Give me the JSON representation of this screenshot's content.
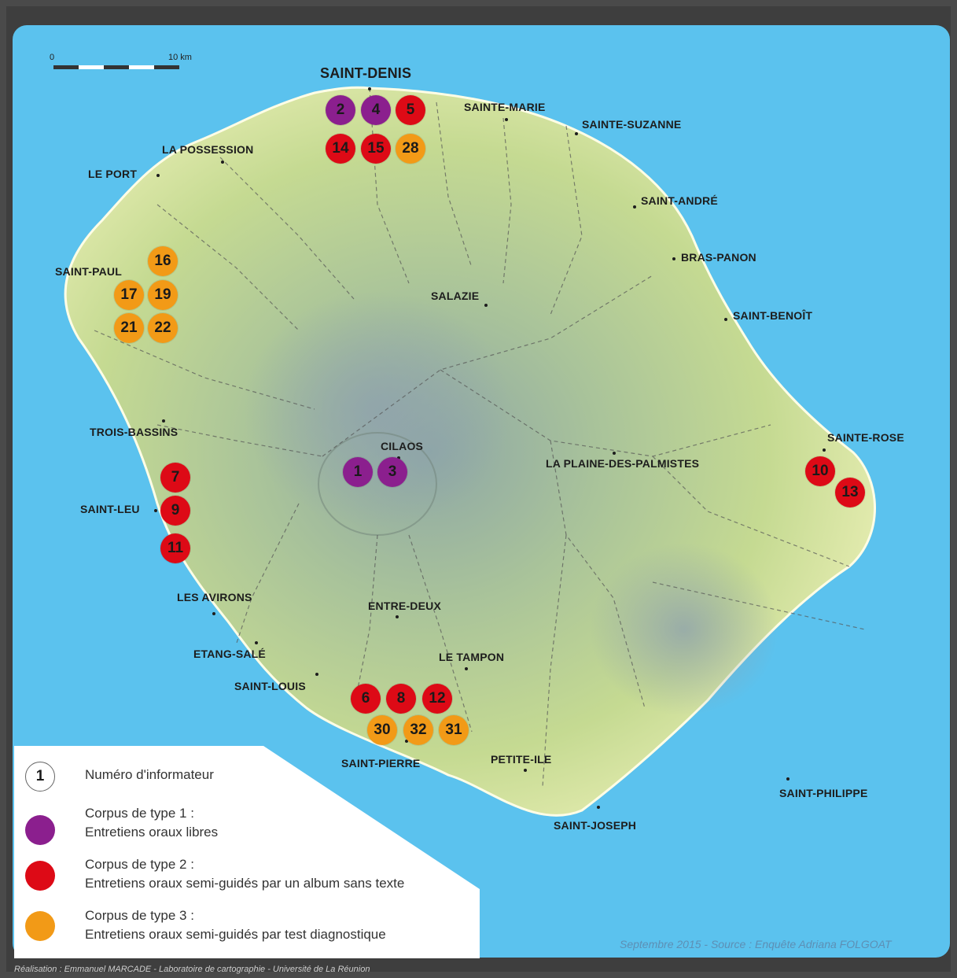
{
  "scale": {
    "start_label": "0",
    "end_label": "10 km"
  },
  "towns": {
    "saint_denis": "SAINT-DENIS",
    "sainte_marie": "SAINTE-MARIE",
    "sainte_suzanne": "SAINTE-SUZANNE",
    "la_possession": "LA POSSESSION",
    "le_port": "LE PORT",
    "saint_andre": "SAINT-ANDRÉ",
    "bras_panon": "BRAS-PANON",
    "saint_paul": "SAINT-PAUL",
    "salazie": "SALAZIE",
    "saint_benoit": "SAINT-BENOÎT",
    "trois_bassins": "TROIS-BASSINS",
    "cilaos": "CILAOS",
    "la_plaine": "LA PLAINE-DES-PALMISTES",
    "sainte_rose": "SAINTE-ROSE",
    "saint_leu": "SAINT-LEU",
    "les_avirons": "LES AVIRONS",
    "entre_deux": "ENTRE-DEUX",
    "etang_sale": "ETANG-SALÉ",
    "le_tampon": "LE TAMPON",
    "saint_louis": "SAINT-LOUIS",
    "saint_pierre": "SAINT-PIERRE",
    "petite_ile": "PETITE-ILE",
    "saint_philippe": "SAINT-PHILIPPE",
    "saint_joseph": "SAINT-JOSEPH"
  },
  "markers": [
    {
      "number": "2",
      "type": 1
    },
    {
      "number": "4",
      "type": 1
    },
    {
      "number": "5",
      "type": 2
    },
    {
      "number": "14",
      "type": 2
    },
    {
      "number": "15",
      "type": 2
    },
    {
      "number": "28",
      "type": 3
    },
    {
      "number": "16",
      "type": 3
    },
    {
      "number": "17",
      "type": 3
    },
    {
      "number": "19",
      "type": 3
    },
    {
      "number": "21",
      "type": 3
    },
    {
      "number": "22",
      "type": 3
    },
    {
      "number": "7",
      "type": 2
    },
    {
      "number": "9",
      "type": 2
    },
    {
      "number": "11",
      "type": 2
    },
    {
      "number": "1",
      "type": 1
    },
    {
      "number": "3",
      "type": 1
    },
    {
      "number": "10",
      "type": 2
    },
    {
      "number": "13",
      "type": 2
    },
    {
      "number": "6",
      "type": 2
    },
    {
      "number": "8",
      "type": 2
    },
    {
      "number": "12",
      "type": 2
    },
    {
      "number": "30",
      "type": 3
    },
    {
      "number": "32",
      "type": 3
    },
    {
      "number": "31",
      "type": 3
    }
  ],
  "legend": {
    "sample_number": "1",
    "sample_label": "Numéro d'informateur",
    "type1_title": "Corpus de type 1 :",
    "type1_desc": "Entretiens oraux libres",
    "type2_title": "Corpus de type 2 :",
    "type2_desc": "Entretiens oraux semi-guidés par un album sans texte",
    "type3_title": "Corpus de type 3 :",
    "type3_desc": "Entretiens oraux semi-guidés par test diagnostique"
  },
  "colors": {
    "type1": "#8b1f8e",
    "type2": "#dd0a16",
    "type3": "#f29a17",
    "sea": "#5bc2ee",
    "land": "#c9dc9a"
  },
  "source": "Septembre 2015 - Source : Enquête Adriana FOLGOAT",
  "credits": "Réalisation : Emmanuel MARCADE - Laboratoire de cartographie - Université de La Réunion"
}
